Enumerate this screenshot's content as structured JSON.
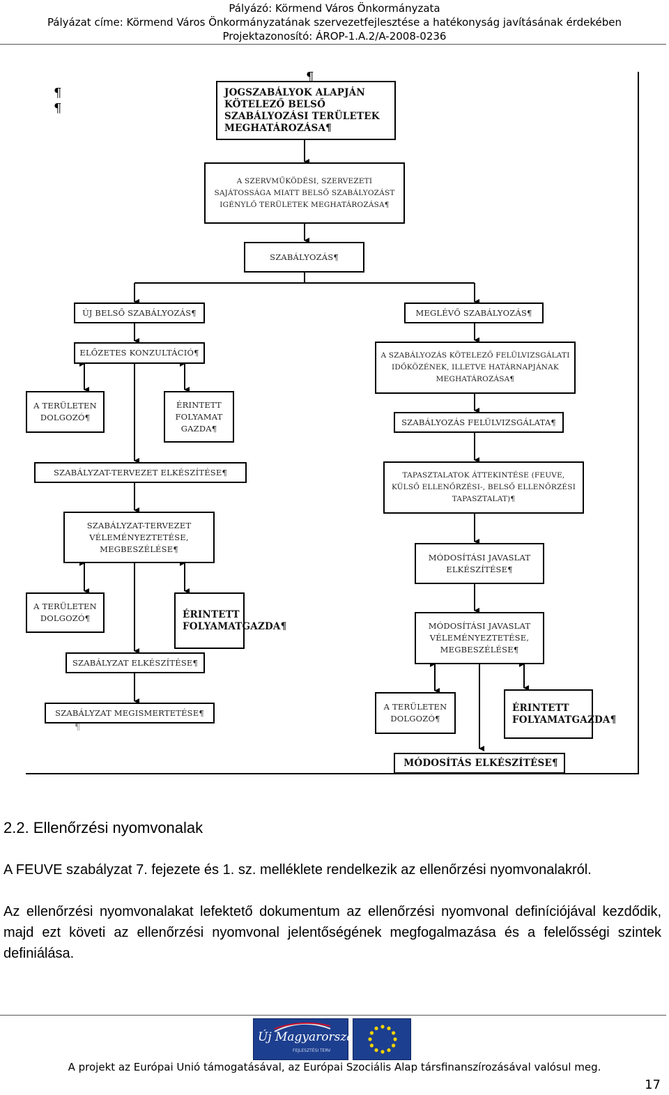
{
  "header": {
    "line1": "Pályázó: Körmend Város Önkormányzata",
    "line2": "Pályázat címe: Körmend Város Önkormányzatának szervezetfejlesztése a hatékonyság javításának érdekében",
    "line3": "Projektazonosító: ÁROP-1.A.2/A-2008-0236"
  },
  "pilcrow": "¶",
  "flowchart": {
    "top": "Jogszabályok alapján kötelező belső szabályozási területek meghatározása¶",
    "second": "A szervműködési, szervezeti sajátossága miatt belső szabályozást igénylő területek meghatározása¶",
    "regulation": "Szabályozás¶",
    "left": {
      "new_rule": "Új belső szabályozás¶",
      "pre_consult": "Előzetes konzultáció¶",
      "area_staff_1": "A területen dolgozó¶",
      "process_owner_1": "Érintett folyamat gazda¶",
      "draft_prep": "Szabályzat-tervezet elkészítése¶",
      "draft_review": "Szabályzat-tervezet véleményeztetése, megbeszélése¶",
      "area_staff_2": "A területen dolgozó¶",
      "process_owner_2": "Érintett folyamatgazda¶",
      "rule_prep": "Szabályzat elkészítése¶",
      "rule_publish": "Szabályzat megismertetése¶"
    },
    "right": {
      "existing_rule": "Meglévő szabályozás¶",
      "review_interval": "A szabályozás kötelező felülvizsgálati időközének, illetve határnapjának meghatározása¶",
      "review": "Szabályozás felülvizsgálata¶",
      "experience": "Tapasztalatok áttekintése (FEUVE, Külső ellenőrzési-, Belső ellenőrzési tapasztalat)¶",
      "mod_proposal": "Módosítási javaslat elkészítése¶",
      "mod_review": "Módosítási javaslat véleményeztetése, megbeszélése¶",
      "area_staff": "A területen dolgozó¶",
      "process_owner": "Érintett folyamatgazda¶",
      "mod_prep": "Módosítás elkészítése¶"
    }
  },
  "section": {
    "heading": "2.2. Ellenőrzési nyomvonalak",
    "para1": "A FEUVE szabályzat 7. fejezete és 1. sz. melléklete rendelkezik az ellenőrzési nyomvonalakról.",
    "para2": "Az ellenőrzési nyomvonalakat lefektető dokumentum az ellenőrzési nyomvonal definíciójával kezdődik, majd ezt követi az ellenőrzési nyomvonal jelentőségének megfogalmazása és a felelősségi szintek definiálása."
  },
  "footer": {
    "logo_left": "Új Magyarország",
    "logo_left_sub": "FEJLESZTÉSI TERV",
    "text": "A projekt az Európai Unió támogatásával, az Európai Szociális Alap társfinanszírozásával valósul meg.",
    "page": "17"
  }
}
